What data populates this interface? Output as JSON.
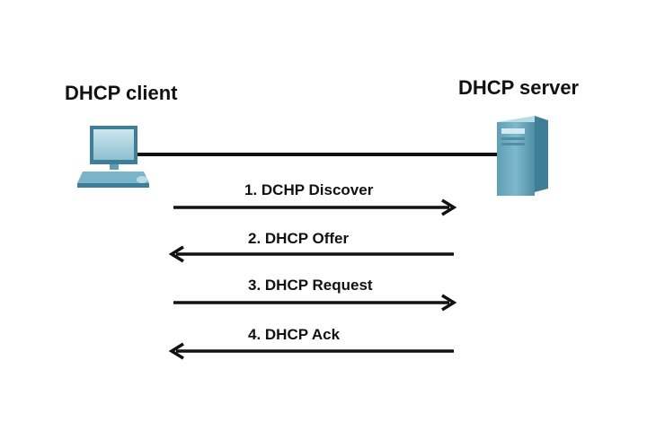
{
  "client": {
    "label": "DHCP client",
    "icon": "desktop-computer-icon"
  },
  "server": {
    "label": "DHCP server",
    "icon": "tower-server-icon"
  },
  "messages": [
    {
      "label": "1. DCHP Discover",
      "direction": "client-to-server"
    },
    {
      "label": "2. DHCP Offer",
      "direction": "server-to-client"
    },
    {
      "label": "3. DHCP Request",
      "direction": "client-to-server"
    },
    {
      "label": "4. DHCP Ack",
      "direction": "server-to-client"
    }
  ],
  "colors": {
    "line": "#111111",
    "device_light": "#b9dbe8",
    "device_mid": "#79b4c9",
    "device_dark": "#3e7e96"
  }
}
